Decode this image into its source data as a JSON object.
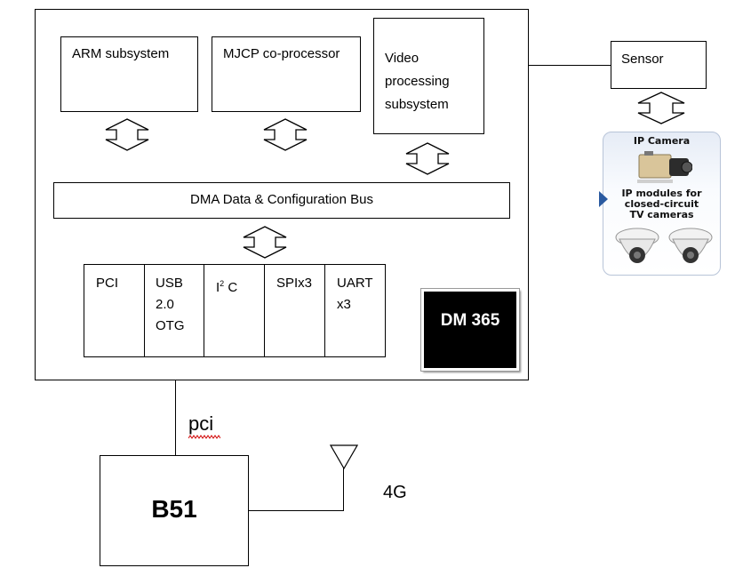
{
  "blocks": {
    "arm": "ARM subsystem",
    "mjcp": "MJCP co-processor",
    "video": [
      "Video",
      "processing",
      "subsystem"
    ],
    "dma_bus": "DMA Data & Configuration Bus",
    "sensor": "Sensor",
    "dm365": "DM 365",
    "b51": "B51"
  },
  "peripherals": {
    "pci": "PCI",
    "usb": [
      "USB",
      "2.0",
      "OTG"
    ],
    "i2c_base": "I",
    "i2c_sup": "2",
    "i2c_tail": " C",
    "spi": "SPIx3",
    "uart": [
      "UART",
      "x3"
    ]
  },
  "links": {
    "pci_link": "pci",
    "wireless": "4G"
  },
  "camera_image": {
    "title": "IP Camera",
    "caption": [
      "IP modules for",
      "closed-circuit",
      "TV cameras"
    ],
    "accent_color": "#2a5aa0"
  },
  "colors": {
    "line": "#000000",
    "dm365_fill": "#000000",
    "spellcheck": "#d00000"
  }
}
